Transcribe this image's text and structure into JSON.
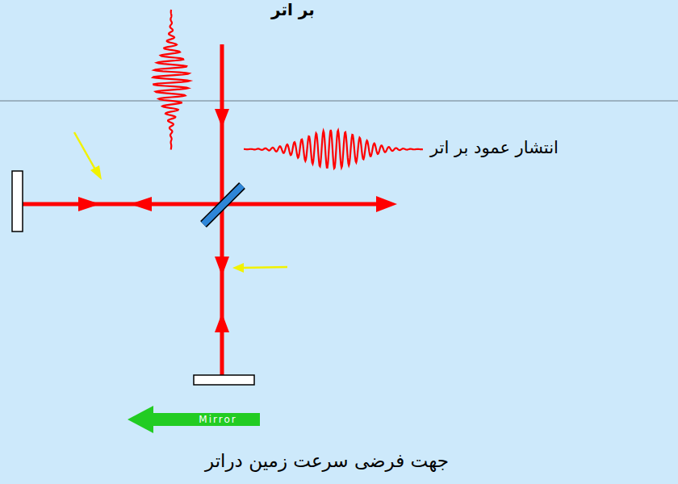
{
  "diagram": {
    "title": "بر اتر",
    "labels": [
      "انتشار عمود بر اتر",
      "Mirror",
      "جهت فرضی سرعت زمین دراتر"
    ]
  }
}
